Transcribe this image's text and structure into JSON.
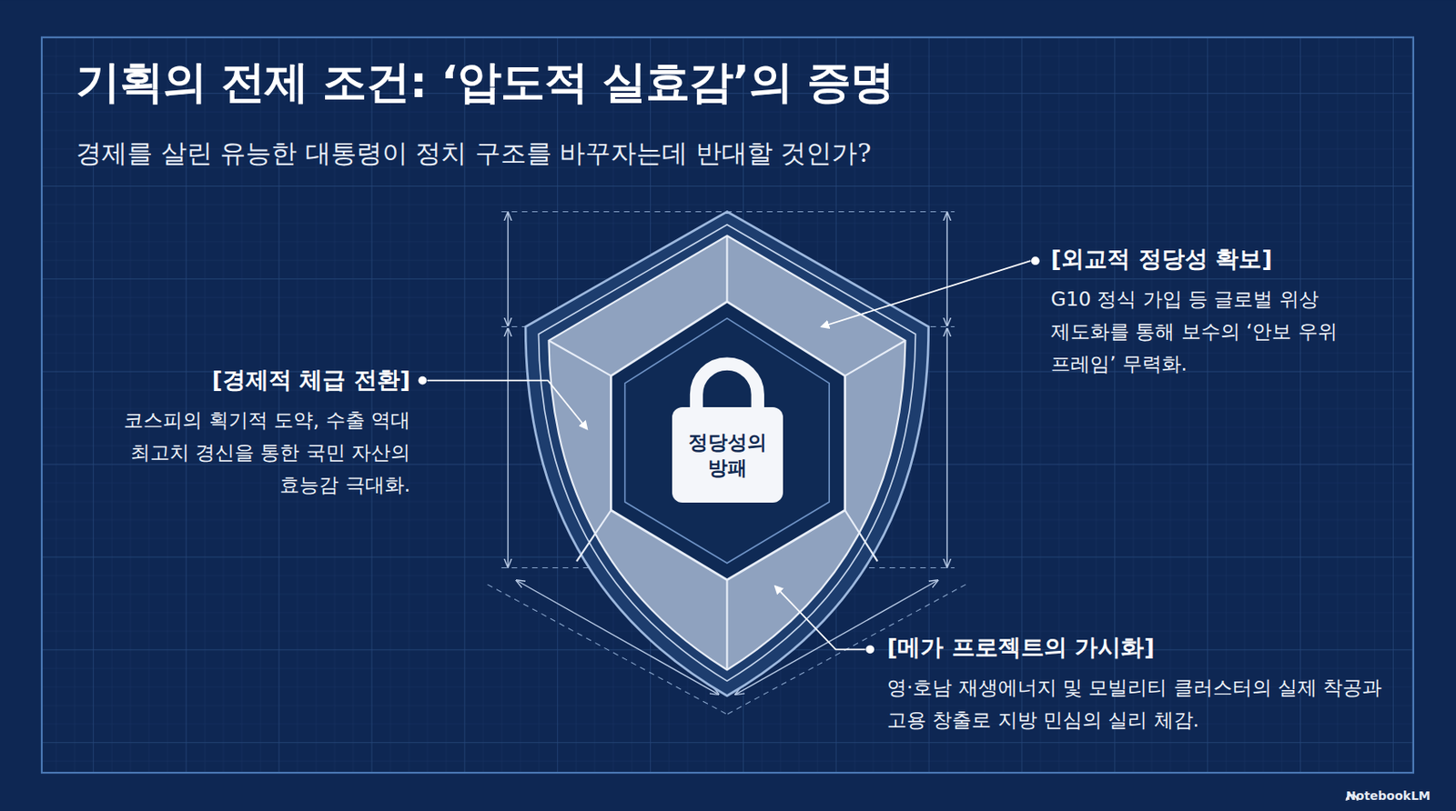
{
  "diagram": {
    "title": "기획의 전제 조건: ‘압도적 실효감’의 증명",
    "caption": "경제를 살린 유능한 대통령이 정치 구조를 바꾸자는데 반대할 것인가?",
    "nodes": [
      {
        "text": [
          "정당성의 방패"
        ]
      }
    ],
    "labels": [
      "[외교적 정당성 확보]",
      "G10 정식 가입 등 글로벌 위상 제도화를 통해 보수의 ‘안보 우위 프레임’ 무력화.",
      "[경제적 체급 전환]",
      "코스피의 획기적 도약, 수출 역대 최고치 경신을 통한 국민 자산의 효능감 극대화.",
      "[메가 프로젝트의 가시화]",
      "영·호남 재생에너지 및 모빌리티 클러스터의 실제 착공과 고용 창출로 지방 민심의 실리 체감.",
      "NotebookLM"
    ]
  }
}
